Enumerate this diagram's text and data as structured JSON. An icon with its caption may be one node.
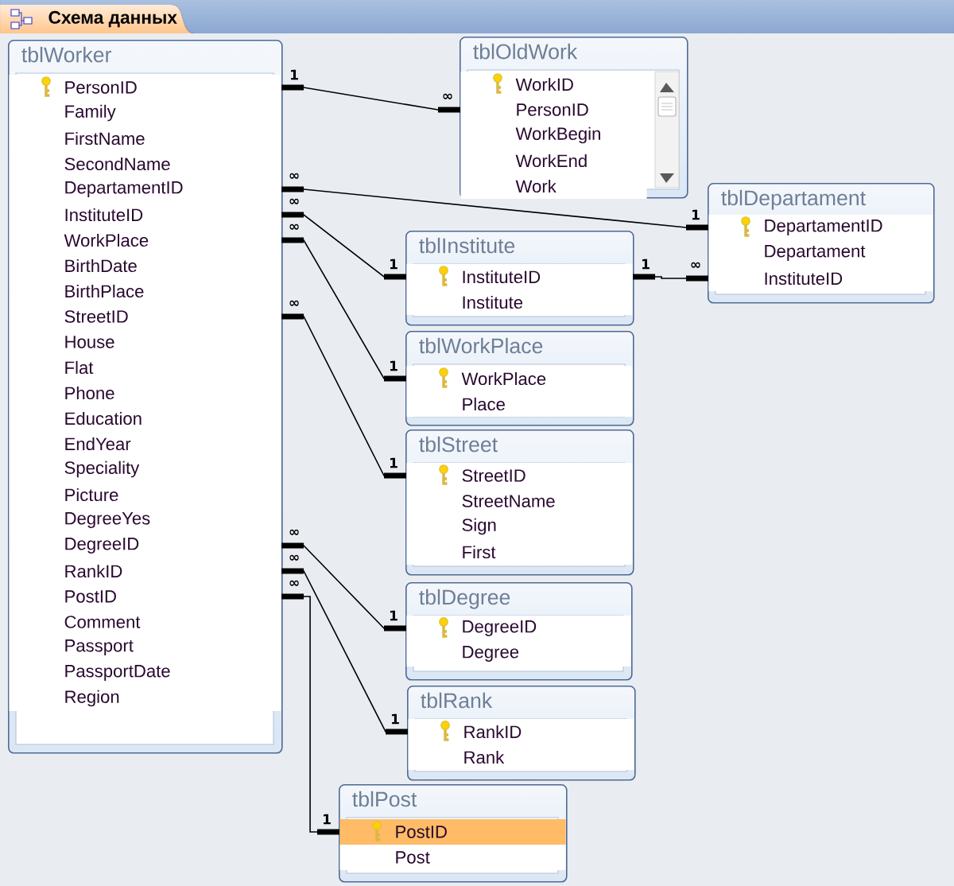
{
  "diagram": {
    "title": "Схема данных",
    "nodes": [
      {
        "text": [
          "tblWorker"
        ]
      },
      {
        "text": [
          "PersonID"
        ],
        "in": 0
      },
      {
        "text": [
          "Family"
        ],
        "in": 0
      },
      {
        "text": [
          "FirstName"
        ],
        "in": 0
      },
      {
        "text": [
          "SecondName"
        ],
        "in": 0
      },
      {
        "text": [
          "DepartamentID"
        ],
        "in": 0
      },
      {
        "text": [
          "InstituteID"
        ],
        "in": 0
      },
      {
        "text": [
          "WorkPlace"
        ],
        "in": 0
      },
      {
        "text": [
          "BirthDate"
        ],
        "in": 0
      },
      {
        "text": [
          "BirthPlace"
        ],
        "in": 0
      },
      {
        "text": [
          "StreetID"
        ],
        "in": 0
      },
      {
        "text": [
          "House"
        ],
        "in": 0
      },
      {
        "text": [
          "Flat"
        ],
        "in": 0
      },
      {
        "text": [
          "Phone"
        ],
        "in": 0
      },
      {
        "text": [
          "Education"
        ],
        "in": 0
      },
      {
        "text": [
          "EndYear"
        ],
        "in": 0
      },
      {
        "text": [
          "Speciality"
        ],
        "in": 0
      },
      {
        "text": [
          "Picture"
        ],
        "in": 0
      },
      {
        "text": [
          "DegreeYes"
        ],
        "in": 0
      },
      {
        "text": [
          "DegreeID"
        ],
        "in": 0
      },
      {
        "text": [
          "RankID"
        ],
        "in": 0
      },
      {
        "text": [
          "PostID"
        ],
        "in": 0
      },
      {
        "text": [
          "Comment"
        ],
        "in": 0
      },
      {
        "text": [
          "Passport"
        ],
        "in": 0
      },
      {
        "text": [
          "PassportDate"
        ],
        "in": 0
      },
      {
        "text": [
          "Region"
        ],
        "in": 0
      },
      {
        "text": [
          "tblOldWork"
        ]
      },
      {
        "text": [
          "WorkID"
        ],
        "in": 26
      },
      {
        "text": [
          "PersonID"
        ],
        "in": 26
      },
      {
        "text": [
          "WorkBegin"
        ],
        "in": 26
      },
      {
        "text": [
          "WorkEnd"
        ],
        "in": 26
      },
      {
        "text": [
          "Work"
        ],
        "in": 26
      },
      {
        "text": [
          "tblDepartament"
        ]
      },
      {
        "text": [
          "DepartamentID"
        ],
        "in": 32
      },
      {
        "text": [
          "Departament"
        ],
        "in": 32
      },
      {
        "text": [
          "InstituteID"
        ],
        "in": 32
      },
      {
        "text": [
          "tblInstitute"
        ]
      },
      {
        "text": [
          "InstituteID"
        ],
        "in": 36
      },
      {
        "text": [
          "Institute"
        ],
        "in": 36
      },
      {
        "text": [
          "tblWorkPlace"
        ]
      },
      {
        "text": [
          "WorkPlace"
        ],
        "in": 39
      },
      {
        "text": [
          "Place"
        ],
        "in": 39
      },
      {
        "text": [
          "tblStreet"
        ]
      },
      {
        "text": [
          "StreetID"
        ],
        "in": 42
      },
      {
        "text": [
          "StreetName"
        ],
        "in": 42
      },
      {
        "text": [
          "Sign"
        ],
        "in": 42
      },
      {
        "text": [
          "First"
        ],
        "in": 42
      },
      {
        "text": [
          "tblDegree"
        ]
      },
      {
        "text": [
          "DegreeID"
        ],
        "in": 47
      },
      {
        "text": [
          "Degree"
        ],
        "in": 47
      },
      {
        "text": [
          "tblRank"
        ]
      },
      {
        "text": [
          "RankID"
        ],
        "in": 50
      },
      {
        "text": [
          "Rank"
        ],
        "in": 50
      },
      {
        "text": [
          "tblPost"
        ]
      },
      {
        "text": [
          "PostID"
        ],
        "in": 53
      },
      {
        "text": [
          "Post"
        ],
        "in": 53
      }
    ],
    "edges": [
      {
        "from": 1,
        "to": 28,
        "arrow": "other"
      },
      {
        "from": 5,
        "to": 33,
        "arrow": "other"
      },
      {
        "from": 6,
        "to": 37,
        "arrow": "other"
      },
      {
        "from": 7,
        "to": 40,
        "arrow": "other"
      },
      {
        "from": 37,
        "to": 35,
        "arrow": "other"
      },
      {
        "from": 10,
        "to": 43,
        "arrow": "other"
      },
      {
        "from": 19,
        "to": 48,
        "arrow": "other"
      },
      {
        "from": 20,
        "to": 51,
        "arrow": "other"
      },
      {
        "from": 21,
        "to": 54,
        "arrow": "other"
      }
    ],
    "labels": [
      "1",
      "∞",
      "∞",
      "1",
      "∞",
      "1",
      "∞",
      "1",
      "1",
      "∞",
      "∞",
      "1",
      "∞",
      "1",
      "∞",
      "1",
      "∞",
      "1"
    ]
  }
}
